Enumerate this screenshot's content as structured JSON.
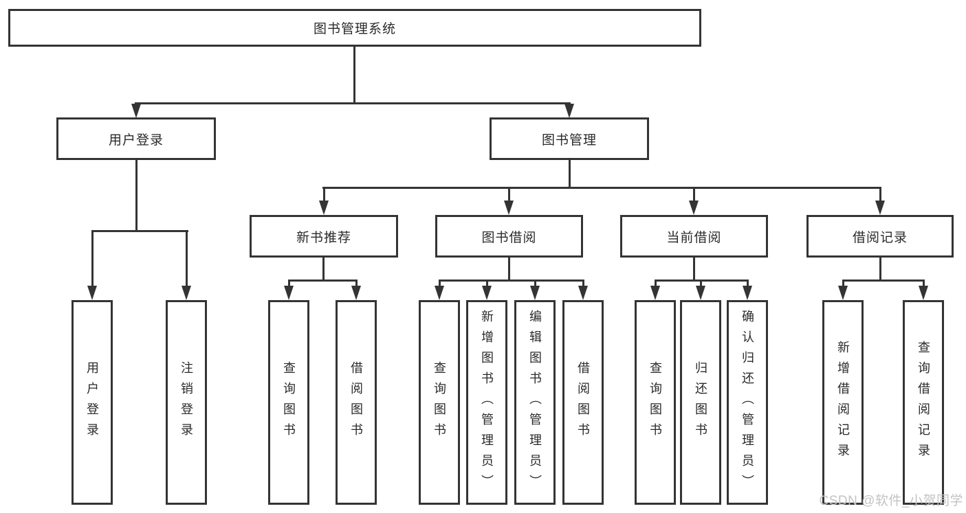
{
  "diagram_type": "hierarchy-tree",
  "colors": {
    "background": "#ffffff",
    "box_fill": "#ffffff",
    "box_border": "#343434",
    "connector_line": "#343434",
    "text": "#2a2a2a",
    "watermark_text_color": "#c3c3c3"
  },
  "tree": {
    "root": {
      "label": "图书管理系统",
      "children": [
        {
          "label": "用户登录",
          "children": [
            {
              "label": "用户登录"
            },
            {
              "label": "注销登录"
            }
          ]
        },
        {
          "label": "图书管理",
          "children": [
            {
              "label": "新书推荐",
              "children": [
                {
                  "label": "查询图书"
                },
                {
                  "label": "借阅图书"
                }
              ]
            },
            {
              "label": "图书借阅",
              "children": [
                {
                  "label": "查询图书"
                },
                {
                  "label": "新增图书（管理员）"
                },
                {
                  "label": "编辑图书（管理员）"
                },
                {
                  "label": "借阅图书"
                }
              ]
            },
            {
              "label": "当前借阅",
              "children": [
                {
                  "label": "查询图书"
                },
                {
                  "label": "归还图书"
                },
                {
                  "label": "确认归还（管理员）"
                }
              ]
            },
            {
              "label": "借阅记录",
              "children": [
                {
                  "label": "新增借阅记录"
                },
                {
                  "label": "查询借阅记录"
                }
              ]
            }
          ]
        }
      ]
    }
  },
  "watermark": {
    "text": "CSDN @软件_小贺同学"
  }
}
